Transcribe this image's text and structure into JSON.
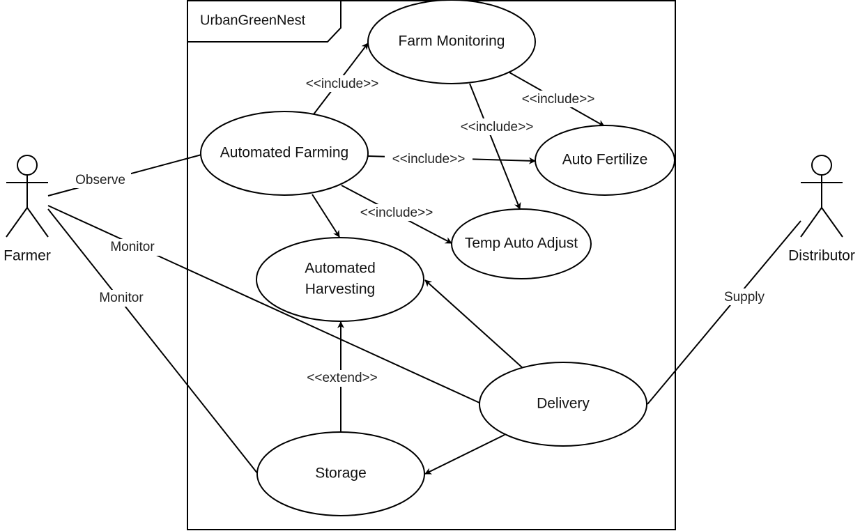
{
  "system": {
    "title": "UrbanGreenNest"
  },
  "actors": {
    "farmer": {
      "name": "Farmer"
    },
    "distributor": {
      "name": "Distributor"
    }
  },
  "use_cases": {
    "farm_monitoring": "Farm Monitoring",
    "automated_farming": "Automated Farming",
    "auto_fertilize": "Auto Fertilize",
    "temp_auto_adjust": "Temp Auto Adjust",
    "automated_harvesting_line1": "Automated",
    "automated_harvesting_line2": "Harvesting",
    "delivery": "Delivery",
    "storage": "Storage"
  },
  "edge_labels": {
    "observe": "Observe",
    "monitor_delivery": "Monitor",
    "monitor_storage": "Monitor",
    "supply": "Supply",
    "include_af_fm": "<<include>>",
    "include_fm_fert": "<<include>>",
    "include_fm_temp": "<<include>>",
    "include_af_fert": "<<include>>",
    "include_af_temp": "<<include>>",
    "extend_storage_harvest": "<<extend>>"
  }
}
